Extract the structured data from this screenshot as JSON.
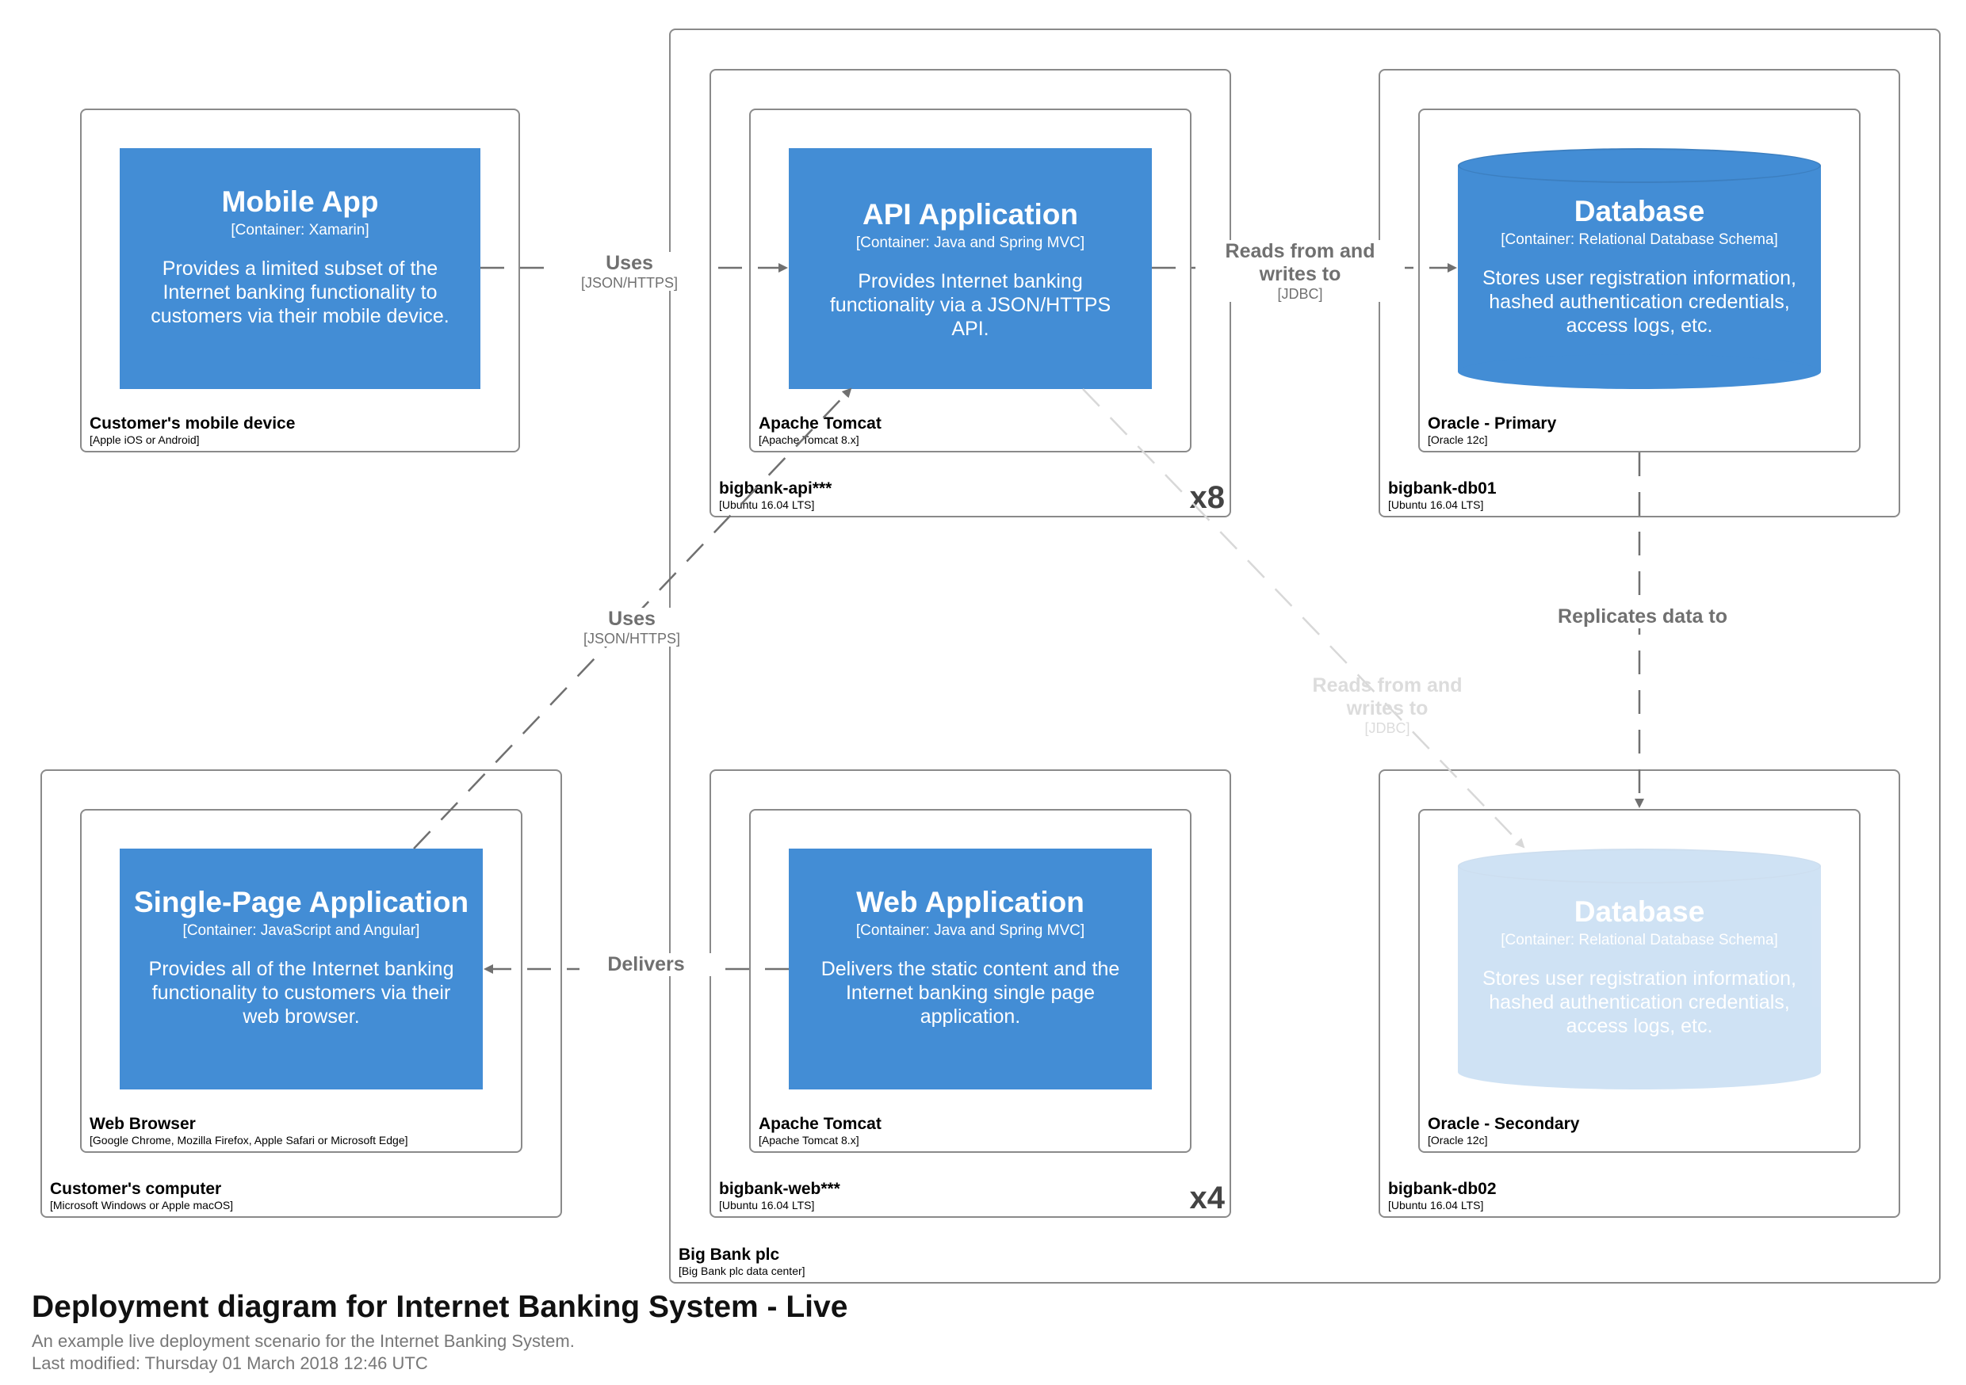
{
  "nodes": {
    "big_bank": {
      "name": "Big Bank plc",
      "technology": "[Big Bank plc data center]"
    },
    "mobile_device": {
      "name": "Customer's mobile device",
      "technology": "[Apple iOS or Android]"
    },
    "customer_computer": {
      "name": "Customer's computer",
      "technology": "[Microsoft Windows or Apple macOS]"
    },
    "web_browser": {
      "name": "Web Browser",
      "technology": "[Google Chrome, Mozilla Firefox, Apple Safari or Microsoft Edge]"
    },
    "bigbank_api": {
      "name": "bigbank-api***",
      "technology": "[Ubuntu 16.04 LTS]",
      "instances": "x8"
    },
    "api_tomcat": {
      "name": "Apache Tomcat",
      "technology": "[Apache Tomcat 8.x]"
    },
    "bigbank_web": {
      "name": "bigbank-web***",
      "technology": "[Ubuntu 16.04 LTS]",
      "instances": "x4"
    },
    "web_tomcat": {
      "name": "Apache Tomcat",
      "technology": "[Apache Tomcat 8.x]"
    },
    "bigbank_db01": {
      "name": "bigbank-db01",
      "technology": "[Ubuntu 16.04 LTS]"
    },
    "oracle_primary": {
      "name": "Oracle - Primary",
      "technology": "[Oracle 12c]"
    },
    "bigbank_db02": {
      "name": "bigbank-db02",
      "technology": "[Ubuntu 16.04 LTS]"
    },
    "oracle_secondary": {
      "name": "Oracle - Secondary",
      "technology": "[Oracle 12c]"
    }
  },
  "containers": {
    "mobile_app": {
      "name": "Mobile App",
      "technology": "[Container: Xamarin]",
      "description": "Provides a limited subset of the Internet banking functionality to customers via their mobile device."
    },
    "api_app": {
      "name": "API Application",
      "technology": "[Container: Java and Spring MVC]",
      "description": "Provides Internet banking functionality via a JSON/HTTPS API."
    },
    "database_primary": {
      "name": "Database",
      "technology": "[Container: Relational Database Schema]",
      "description": "Stores user registration information, hashed authentication credentials, access logs, etc."
    },
    "spa": {
      "name": "Single-Page Application",
      "technology": "[Container: JavaScript and Angular]",
      "description": "Provides all of the Internet banking functionality to customers via their web browser."
    },
    "web_app": {
      "name": "Web Application",
      "technology": "[Container: Java and Spring MVC]",
      "description": "Delivers the static content and the Internet banking single page application."
    },
    "database_secondary": {
      "name": "Database",
      "technology": "[Container: Relational Database Schema]",
      "description": "Stores user registration information, hashed authentication credentials, access logs, etc."
    }
  },
  "relationships": {
    "mobile_uses_api": {
      "description": "Uses",
      "technology": "[JSON/HTTPS]"
    },
    "spa_uses_api": {
      "description": "Uses",
      "technology": "[JSON/HTTPS]"
    },
    "api_reads_db_primary": {
      "description": "Reads from and writes to",
      "technology": "[JDBC]"
    },
    "api_reads_db_secondary": {
      "description": "Reads from and writes to",
      "technology": "[JDBC]"
    },
    "db_replicates": {
      "description": "Replicates data to",
      "technology": ""
    },
    "web_delivers_spa": {
      "description": "Delivers",
      "technology": ""
    }
  },
  "colors": {
    "container": "#438dd5",
    "node_border": "#8a8a8a",
    "edge": "#707070"
  },
  "diagram": {
    "title": "Deployment diagram for Internet Banking System - Live",
    "description": "An example live deployment scenario for the Internet Banking System.",
    "last_modified": "Last modified: Thursday 01 March 2018 12:46 UTC"
  }
}
